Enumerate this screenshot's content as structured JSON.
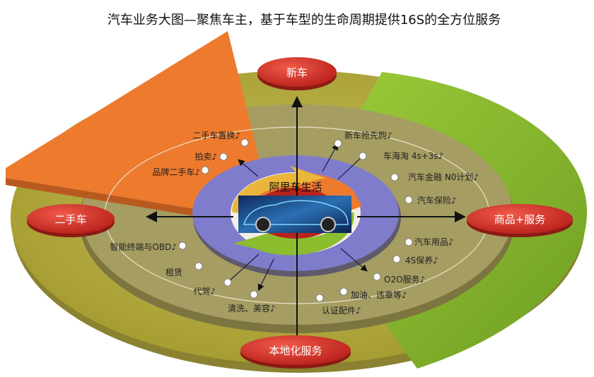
{
  "title": "汽车业务大图—聚焦车主，基于车型的生命周期提供16S的全方位服务",
  "center_label": "阿里车生活",
  "sections": {
    "top": "新车",
    "left": "二手车",
    "right": "商品+服务",
    "bottom": "本地化服务"
  },
  "items": {
    "used": [
      "二手车置换♪",
      "拍卖♪",
      "品牌二手车♪"
    ],
    "new": [
      "新车抢先购♪",
      "车海淘 4s+3s♪",
      "汽车金融 N0计划♪",
      "汽车保险♪"
    ],
    "goods": [
      "汽车用品♪",
      "4S保养♪",
      "O2O服务♪",
      "加油、违章等♪",
      "认证配件♪"
    ],
    "local": [
      "智能终端与OBD♪",
      "租赁",
      "代驾♪",
      "清洗、美容♪"
    ]
  },
  "colors": {
    "orange": "#ee7a2e",
    "green": "#8bbd2f",
    "purple": "#7f7ccc",
    "red": "#d9302a",
    "olive": "#a59d62"
  }
}
